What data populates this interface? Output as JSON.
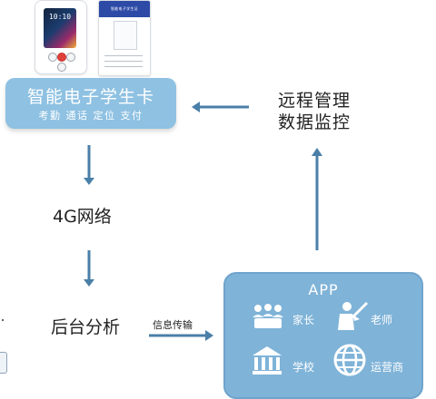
{
  "device": {
    "phone_time": "10:10",
    "id_card_title": "智能电子学生证"
  },
  "student_card": {
    "title": "智能电子学生卡",
    "features": "考勤 通话 定位 支付"
  },
  "remote": {
    "line1": "远程管理",
    "line2": "数据监控"
  },
  "flow": {
    "network": "4G网络",
    "backend": "后台分析",
    "info_transfer": "信息传输"
  },
  "app": {
    "title": "APP",
    "items": [
      {
        "label": "家长",
        "icon": "parents-group-icon"
      },
      {
        "label": "老师",
        "icon": "teacher-icon"
      },
      {
        "label": "学校",
        "icon": "school-building-icon"
      },
      {
        "label": "运营商",
        "icon": "globe-operator-icon"
      }
    ]
  },
  "colors": {
    "card_blue": "#8ec1e2",
    "app_blue": "#7fb3d8",
    "arrow_blue": "#4a7fa8",
    "text_dark": "#222222",
    "text_white": "#ffffff"
  }
}
